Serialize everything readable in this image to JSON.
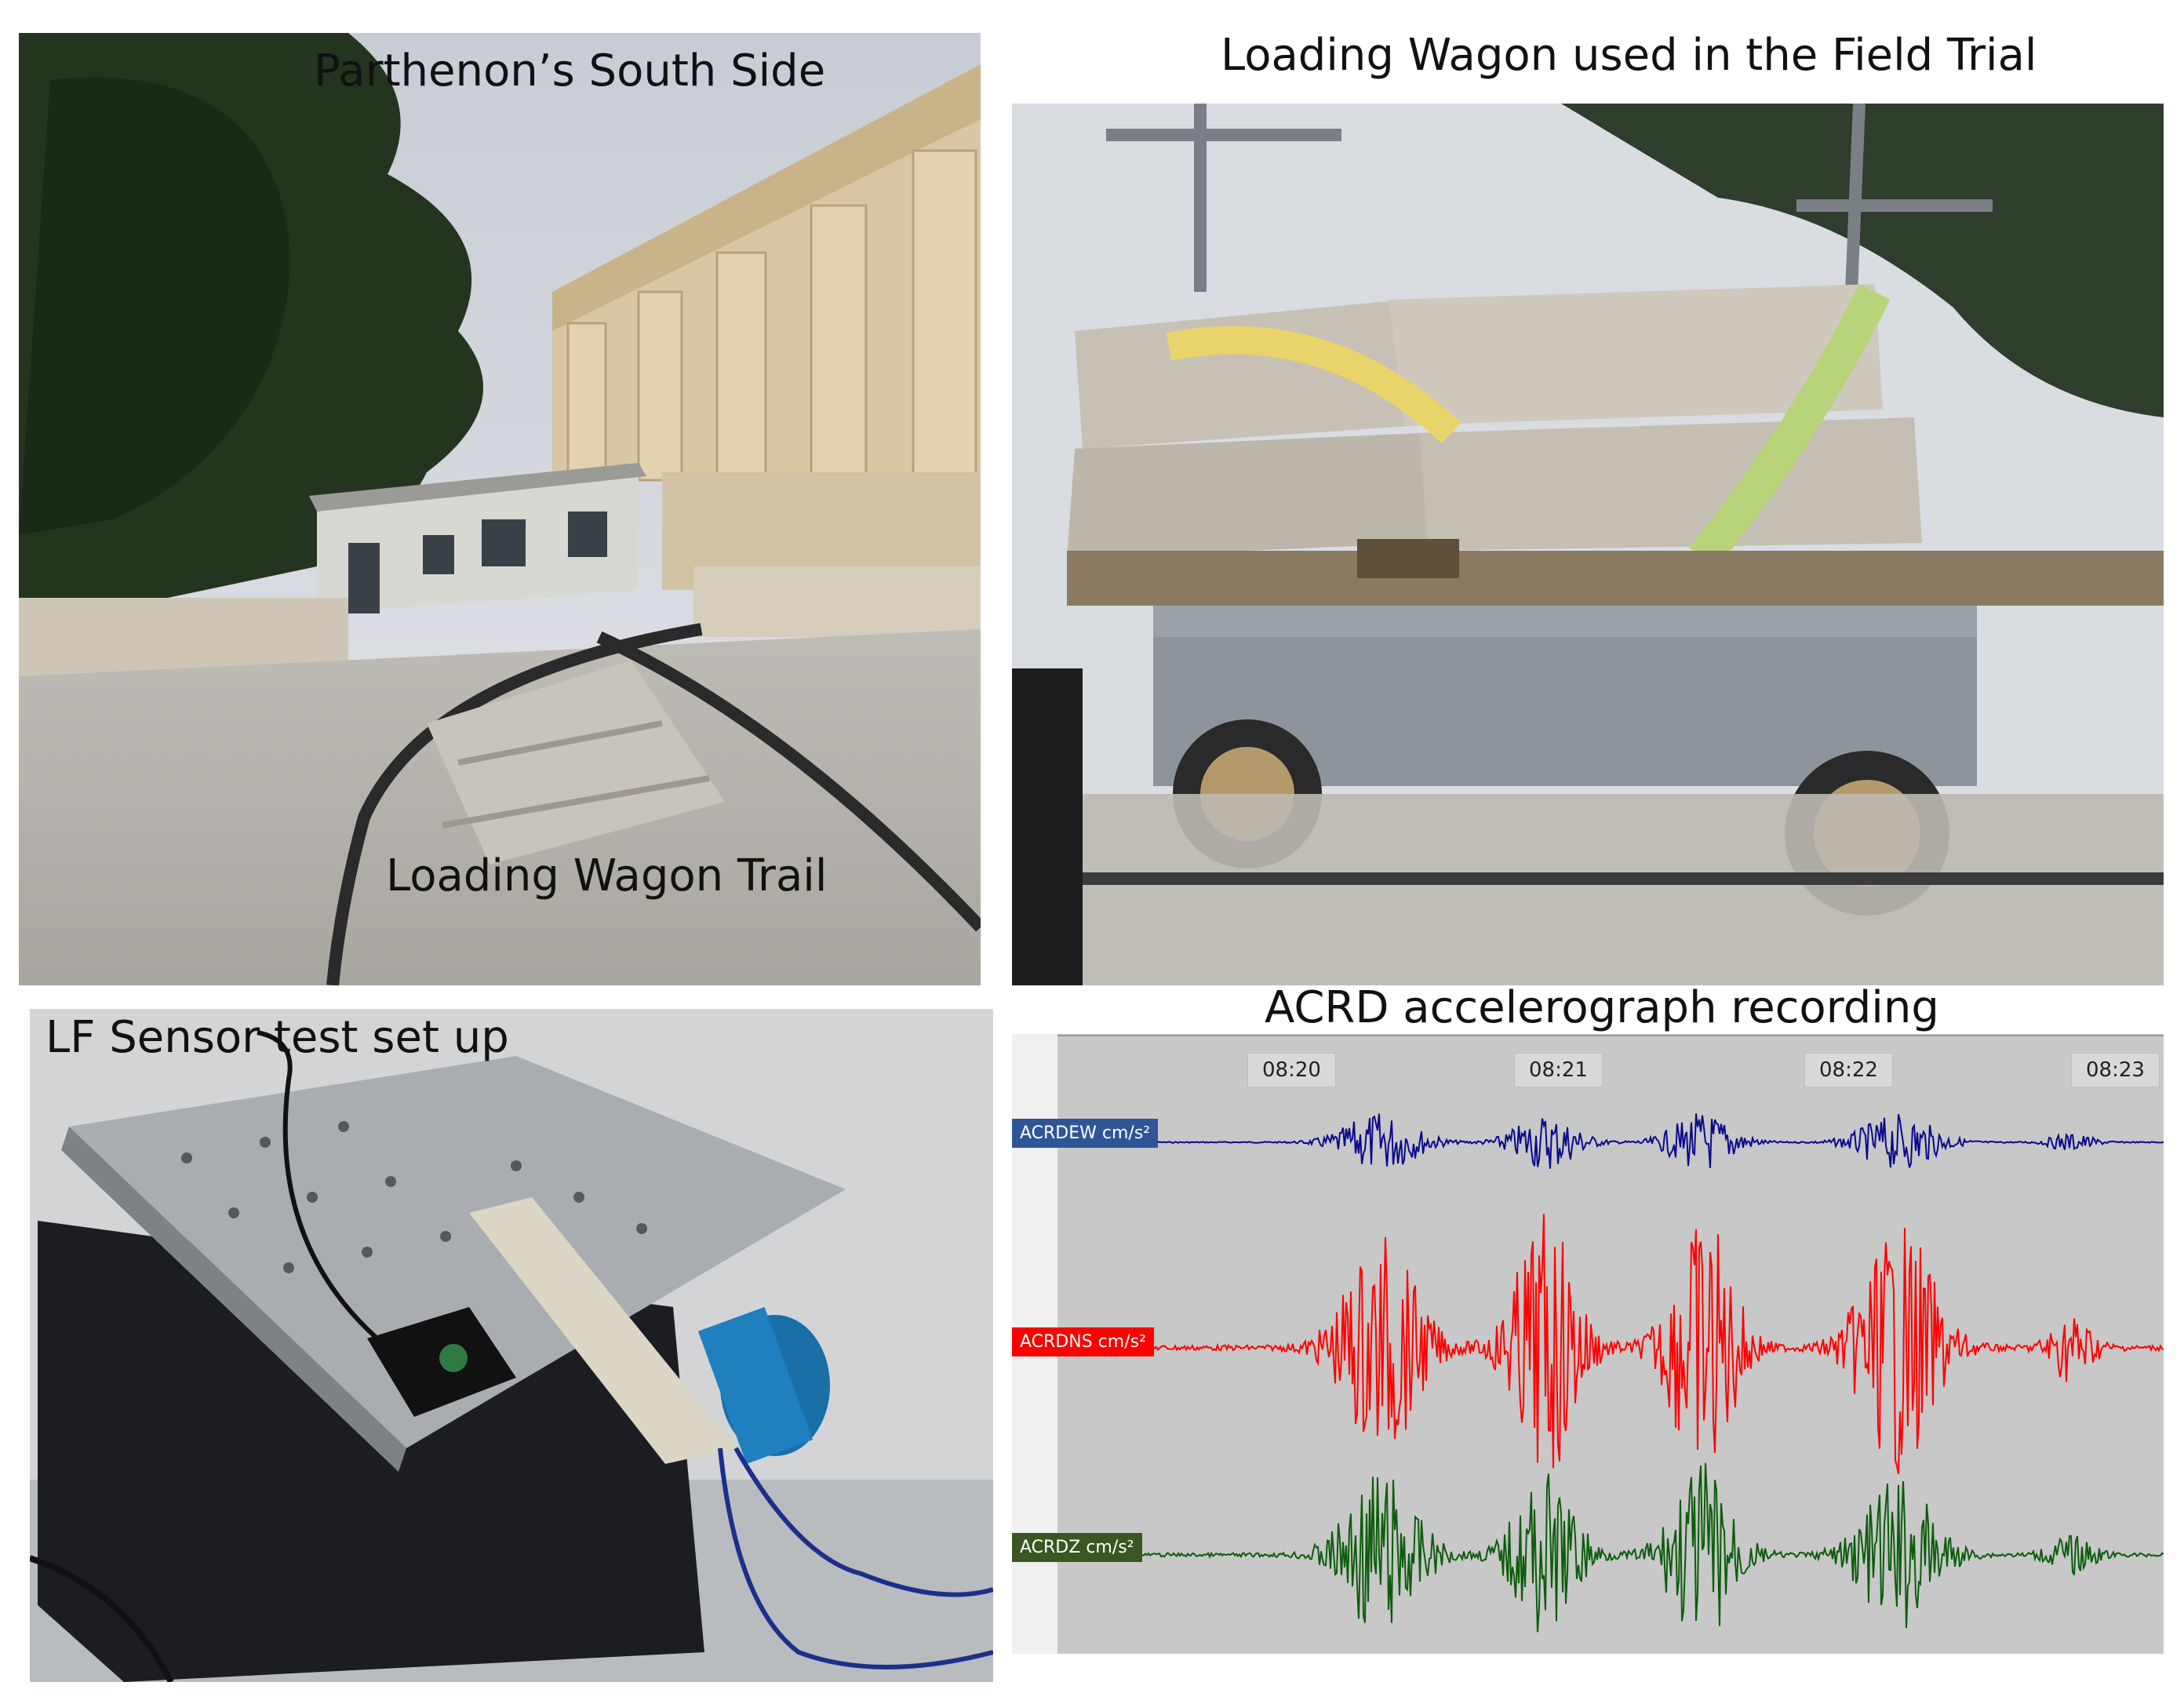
{
  "panels": {
    "parthenon": {
      "caption_top": "Parthenon’s South Side",
      "caption_bottom": "Loading Wagon Trail"
    },
    "wagon": {
      "caption": "Loading Wagon used in the Field Trial"
    },
    "sensor": {
      "caption": "LF Sensor test set up"
    },
    "recording": {
      "caption": "ACRD accelerograph recording",
      "time_ticks": [
        "08:20",
        "08:21",
        "08:22",
        "08:23"
      ],
      "channels": [
        {
          "label": "ACRDEW cm/s²",
          "color": "#0a0a8c",
          "label_bg": "#2f5597"
        },
        {
          "label": "ACRDNS cm/s²",
          "color": "#ff0000",
          "label_bg": "#ff0000"
        },
        {
          "label": "ACRDZ cm/s²",
          "color": "#0b5d0b",
          "label_bg": "#385723"
        }
      ]
    }
  }
}
